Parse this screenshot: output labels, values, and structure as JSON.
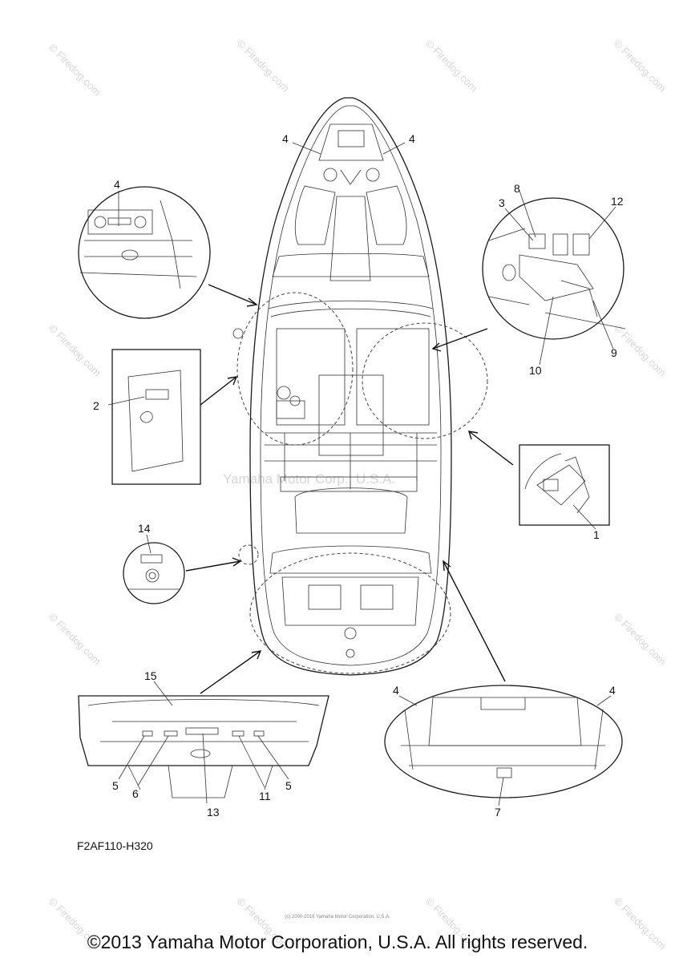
{
  "diagram": {
    "callouts": {
      "c1": "1",
      "c2": "2",
      "c3": "3",
      "c4a": "4",
      "c4b": "4",
      "c4c": "4",
      "c4d": "4",
      "c4e": "4",
      "c5a": "5",
      "c5b": "5",
      "c6": "6",
      "c7": "7",
      "c8": "8",
      "c9": "9",
      "c10": "10",
      "c11": "11",
      "c12": "12",
      "c13": "13",
      "c14": "14",
      "c15": "15"
    },
    "part_code": "F2AF110-H320",
    "center_watermark": "Yamaha Motor Corp., U.S.A.",
    "watermark": "© Firedog.com",
    "tiny_credit": "(c) 2000-2016 Yamaha Motor Corporation, U.S.A.",
    "copyright": "©2013 Yamaha Motor Corporation, U.S.A. All rights reserved."
  }
}
